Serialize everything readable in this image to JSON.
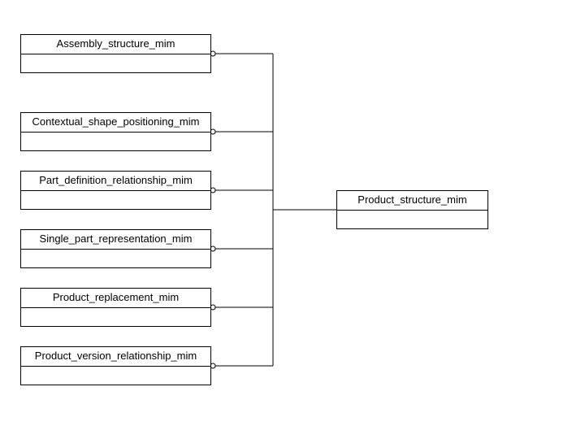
{
  "diagram": {
    "target": {
      "name": "Product_structure_mim"
    },
    "sources": [
      {
        "name": "Assembly_structure_mim"
      },
      {
        "name": "Contextual_shape_positioning_mim"
      },
      {
        "name": "Part_definition_relationship_mim"
      },
      {
        "name": "Single_part_representation_mim"
      },
      {
        "name": "Product_replacement_mim"
      },
      {
        "name": "Product_version_relationship_mim"
      }
    ],
    "colors": {
      "line": "#000000",
      "background": "#ffffff"
    }
  }
}
